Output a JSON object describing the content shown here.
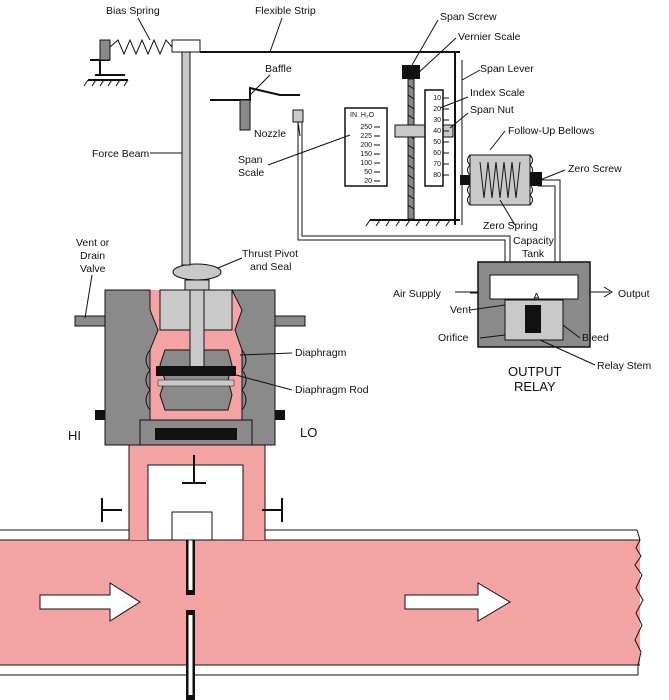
{
  "colors": {
    "process_fluid": "#f4a3a3",
    "line": "#111111",
    "body_shading": "#8a8a8a"
  },
  "labels": {
    "bias_spring": "Bias Spring",
    "flexible_strip": "Flexible Strip",
    "span_screw": "Span Screw",
    "vernier_scale": "Vernier Scale",
    "baffle": "Baffle",
    "span_lever": "Span Lever",
    "index_scale": "Index Scale",
    "span_nut": "Span Nut",
    "nozzle": "Nozzle",
    "follow_up_bellows": "Follow-Up Bellows",
    "force_beam": "Force Beam",
    "span_scale_line1": "Span",
    "span_scale_line2": "Scale",
    "zero_screw": "Zero Screw",
    "zero_spring": "Zero Spring",
    "capacity_tank_line1": "Capacity",
    "capacity_tank_line2": "Tank",
    "vent_drain_line1": "Vent or",
    "vent_drain_line2": "Drain",
    "vent_drain_line3": "Valve",
    "thrust_pivot_line1": "Thrust Pivot",
    "thrust_pivot_line2": "and Seal",
    "air_supply": "Air Supply",
    "output": "Output",
    "vent": "Vent",
    "relay_a": "A",
    "orifice": "Orifice",
    "bleed": "Bleed",
    "relay_stem": "Relay Stem",
    "output_relay_line1": "OUTPUT",
    "output_relay_line2": "RELAY",
    "diaphragm": "Diaphragm",
    "diaphragm_rod": "Diaphragm Rod",
    "hi": "HI",
    "lo": "LO",
    "scale_unit": "IN. H₂O",
    "span_scale_ticks": [
      "250",
      "225",
      "200",
      "150",
      "100",
      "50",
      "20"
    ],
    "index_scale_ticks": [
      "10",
      "20",
      "30",
      "40",
      "50",
      "60",
      "70",
      "80"
    ]
  }
}
